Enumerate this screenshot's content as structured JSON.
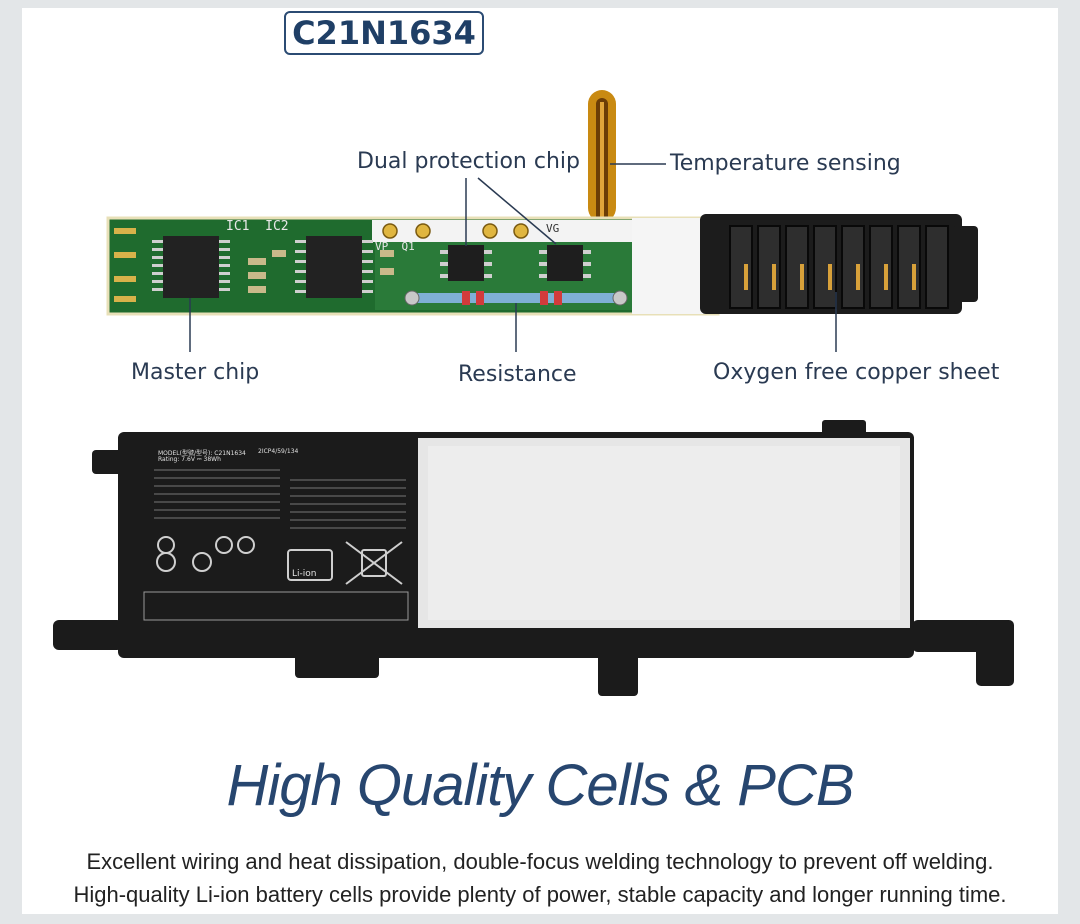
{
  "model_code": "C21N1634",
  "callouts": {
    "dual_protection_chip": "Dual protection chip",
    "temperature_sensing": "Temperature sensing",
    "master_chip": "Master chip",
    "resistance": "Resistance",
    "oxygen_free_copper_sheet": "Oxygen free copper sheet"
  },
  "pcb_silkscreen": {
    "ic_label": "IC1  IC2",
    "vp_label": "VP  Q1",
    "vg_label": "VG"
  },
  "battery_label": {
    "model_line": "MODEL(型號/型号): C21N1634",
    "rating_line": "Rating: 7.6V ⎓ 38Wh",
    "cell_code": "2ICP4/59/134",
    "recycle_mark": "Li-ion"
  },
  "headline": "High Quality Cells & PCB",
  "description": [
    "Excellent wiring and heat dissipation, double-focus welding technology to prevent off welding.",
    "High-quality Li-ion battery cells provide plenty of power, stable capacity and longer running time."
  ],
  "colors": {
    "headline": "#27466f",
    "model_box_border": "#2b4b73",
    "pcb_green": "#1f6b2e",
    "battery_black": "#1b1b1b",
    "cell_silver": "#e6e6e6",
    "background": "#e3e6e8"
  }
}
